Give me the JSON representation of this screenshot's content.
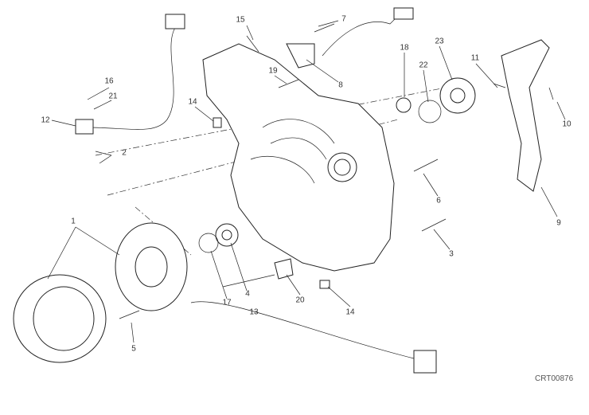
{
  "diagram": {
    "code": "CRT00876",
    "labels": [
      {
        "id": "15",
        "text": "15"
      },
      {
        "id": "7",
        "text": "7"
      },
      {
        "id": "18",
        "text": "18"
      },
      {
        "id": "23",
        "text": "23"
      },
      {
        "id": "11",
        "text": "11"
      },
      {
        "id": "16",
        "text": "16"
      },
      {
        "id": "21",
        "text": "21"
      },
      {
        "id": "19",
        "text": "19"
      },
      {
        "id": "8",
        "text": "8"
      },
      {
        "id": "22",
        "text": "22"
      },
      {
        "id": "14a",
        "text": "14"
      },
      {
        "id": "12",
        "text": "12"
      },
      {
        "id": "2",
        "text": "2"
      },
      {
        "id": "10",
        "text": "10"
      },
      {
        "id": "6",
        "text": "6"
      },
      {
        "id": "9",
        "text": "9"
      },
      {
        "id": "1",
        "text": "1"
      },
      {
        "id": "3",
        "text": "3"
      },
      {
        "id": "17",
        "text": "17"
      },
      {
        "id": "4",
        "text": "4"
      },
      {
        "id": "13",
        "text": "13"
      },
      {
        "id": "20",
        "text": "20"
      },
      {
        "id": "14b",
        "text": "14"
      },
      {
        "id": "5",
        "text": "5"
      }
    ]
  }
}
